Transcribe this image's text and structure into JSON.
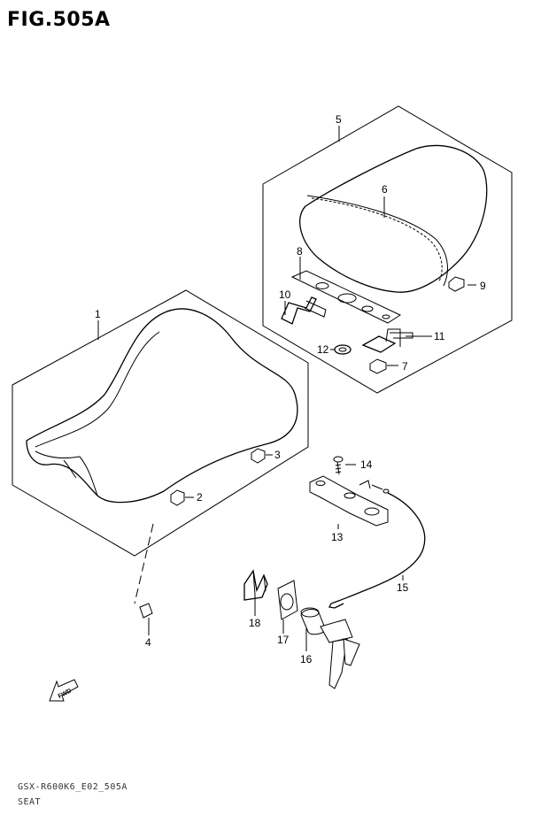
{
  "figure": {
    "title": "FIG.505A",
    "footer_code": "GSX-R600K6_E02_505A",
    "footer_name": "SEAT"
  },
  "callouts": [
    "1",
    "2",
    "3",
    "4",
    "5",
    "6",
    "7",
    "8",
    "9",
    "10",
    "11",
    "12",
    "13",
    "14",
    "15",
    "16",
    "17",
    "18"
  ],
  "fwd_label": "FWD",
  "colors": {
    "line": "#000000",
    "background": "#ffffff"
  },
  "icons": [
    "fwd-arrow-icon"
  ]
}
